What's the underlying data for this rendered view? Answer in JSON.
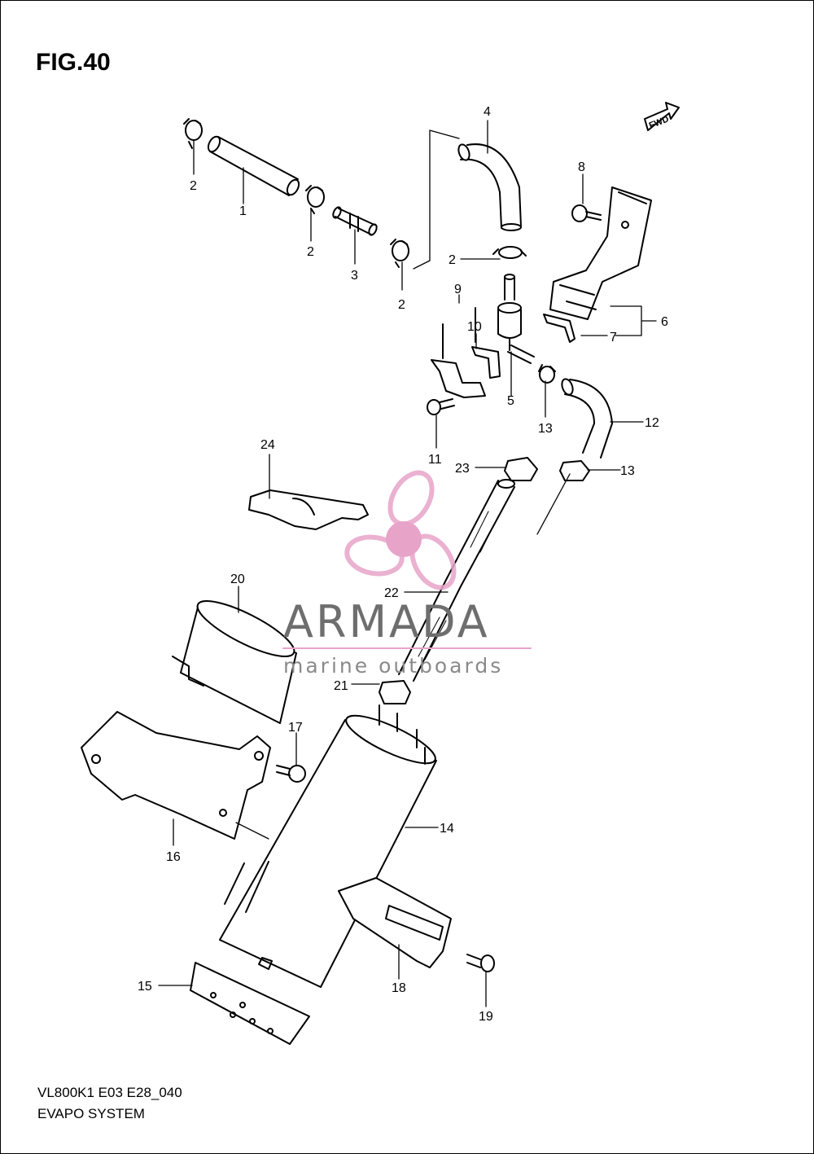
{
  "figure_title": "FIG.40",
  "footer": {
    "model_code": "VL800K1 E03 E28_040",
    "section_name": "EVAPO SYSTEM"
  },
  "direction_marker": "FWD",
  "watermark": {
    "brand": "ARMADA",
    "tagline": "marine outboards",
    "accent_color": "#e8a3c9"
  },
  "callouts": {
    "c1": "1",
    "c2a": "2",
    "c2b": "2",
    "c2c": "2",
    "c2d": "2",
    "c3": "3",
    "c4": "4",
    "c5": "5",
    "c6": "6",
    "c7": "7",
    "c8": "8",
    "c9": "9",
    "c10": "10",
    "c11": "11",
    "c12": "12",
    "c13a": "13",
    "c13b": "13",
    "c14": "14",
    "c15": "15",
    "c16": "16",
    "c17": "17",
    "c18": "18",
    "c19": "19",
    "c20": "20",
    "c21": "21",
    "c22": "22",
    "c23": "23",
    "c24": "24"
  }
}
